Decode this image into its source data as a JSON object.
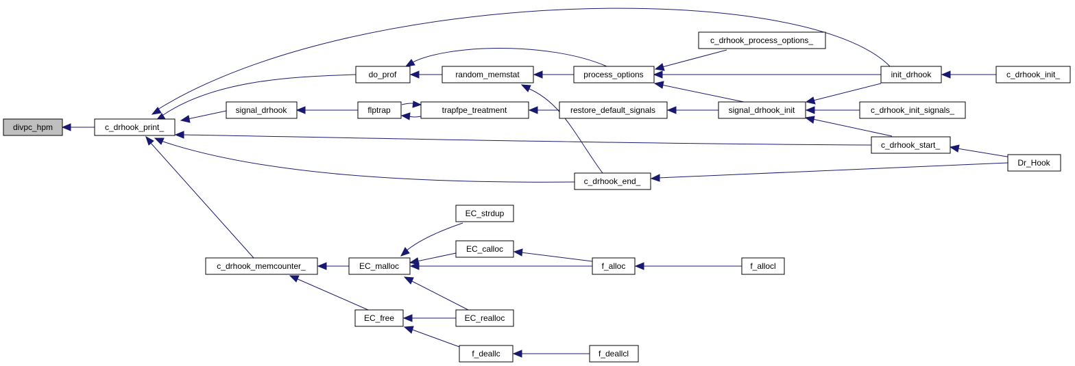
{
  "graph": {
    "root": "divpc_hpm",
    "nodes": {
      "divpc_hpm": "divpc_hpm",
      "c_drhook_print_": "c_drhook_print_",
      "do_prof": "do_prof",
      "signal_drhook": "signal_drhook",
      "c_drhook_memcounter_": "c_drhook_memcounter_",
      "random_memstat": "random_memstat",
      "flptrap": "flptrap",
      "trapfpe_treatment": "trapfpe_treatment",
      "process_options": "process_options",
      "restore_default_signals": "restore_default_signals",
      "c_drhook_end_": "c_drhook_end_",
      "c_drhook_process_options_": "c_drhook_process_options_",
      "signal_drhook_init": "signal_drhook_init",
      "init_drhook": "init_drhook",
      "c_drhook_init_signals_": "c_drhook_init_signals_",
      "c_drhook_start_": "c_drhook_start_",
      "c_drhook_init_": "c_drhook_init_",
      "Dr_Hook": "Dr_Hook",
      "EC_malloc": "EC_malloc",
      "EC_strdup": "EC_strdup",
      "EC_calloc": "EC_calloc",
      "EC_realloc": "EC_realloc",
      "EC_free": "EC_free",
      "f_alloc": "f_alloc",
      "f_allocl": "f_allocl",
      "f_deallc": "f_deallc",
      "f_deallcl": "f_deallcl"
    },
    "edges": [
      [
        "c_drhook_print_",
        "divpc_hpm"
      ],
      [
        "do_prof",
        "c_drhook_print_"
      ],
      [
        "signal_drhook",
        "c_drhook_print_"
      ],
      [
        "init_drhook",
        "c_drhook_print_"
      ],
      [
        "c_drhook_start_",
        "c_drhook_print_"
      ],
      [
        "c_drhook_end_",
        "c_drhook_print_"
      ],
      [
        "c_drhook_memcounter_",
        "c_drhook_print_"
      ],
      [
        "random_memstat",
        "do_prof"
      ],
      [
        "process_options",
        "do_prof"
      ],
      [
        "flptrap",
        "signal_drhook"
      ],
      [
        "trapfpe_treatment",
        "flptrap"
      ],
      [
        "flptrap",
        "trapfpe_treatment"
      ],
      [
        "restore_default_signals",
        "trapfpe_treatment"
      ],
      [
        "process_options",
        "random_memstat"
      ],
      [
        "c_drhook_end_",
        "random_memstat"
      ],
      [
        "c_drhook_process_options_",
        "process_options"
      ],
      [
        "init_drhook",
        "process_options"
      ],
      [
        "signal_drhook_init",
        "process_options"
      ],
      [
        "signal_drhook_init",
        "restore_default_signals"
      ],
      [
        "init_drhook",
        "signal_drhook_init"
      ],
      [
        "c_drhook_init_signals_",
        "signal_drhook_init"
      ],
      [
        "c_drhook_start_",
        "signal_drhook_init"
      ],
      [
        "c_drhook_init_",
        "init_drhook"
      ],
      [
        "Dr_Hook",
        "c_drhook_start_"
      ],
      [
        "Dr_Hook",
        "c_drhook_end_"
      ],
      [
        "EC_malloc",
        "c_drhook_memcounter_"
      ],
      [
        "EC_free",
        "c_drhook_memcounter_"
      ],
      [
        "EC_strdup",
        "EC_malloc"
      ],
      [
        "EC_calloc",
        "EC_malloc"
      ],
      [
        "f_alloc",
        "EC_malloc"
      ],
      [
        "EC_realloc",
        "EC_malloc"
      ],
      [
        "f_alloc",
        "EC_calloc"
      ],
      [
        "f_allocl",
        "f_alloc"
      ],
      [
        "EC_realloc",
        "EC_free"
      ],
      [
        "f_deallc",
        "EC_free"
      ],
      [
        "f_deallcl",
        "f_deallc"
      ]
    ]
  }
}
